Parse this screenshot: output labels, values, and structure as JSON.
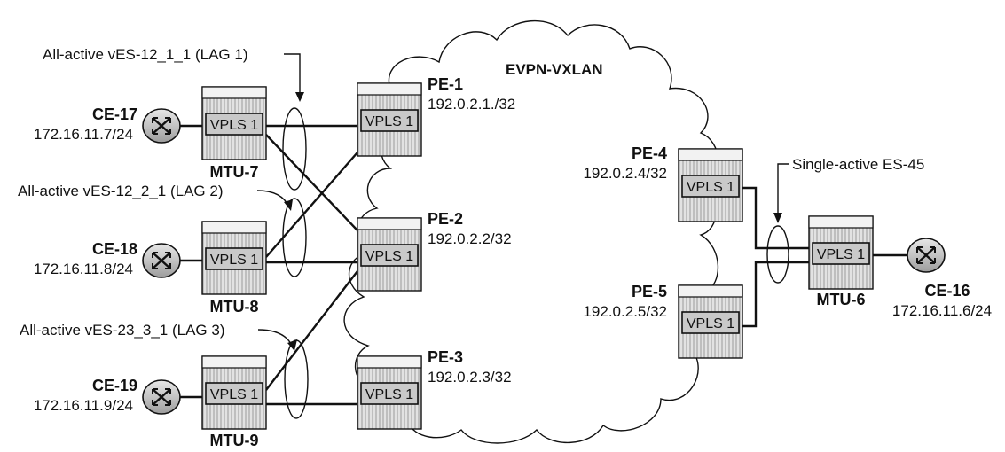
{
  "cloud": {
    "label": "EVPN-VXLAN"
  },
  "lags": {
    "lag1": "All-active vES-12_1_1 (LAG 1)",
    "lag2": "All-active vES-12_2_1 (LAG 2)",
    "lag3": "All-active vES-23_3_1 (LAG 3)",
    "es45": "Single-active ES-45"
  },
  "ces": {
    "ce17": {
      "name": "CE-17",
      "ip": "172.16.11.7/24"
    },
    "ce18": {
      "name": "CE-18",
      "ip": "172.16.11.8/24"
    },
    "ce19": {
      "name": "CE-19",
      "ip": "172.16.11.9/24"
    },
    "ce16": {
      "name": "CE-16",
      "ip": "172.16.11.6/24"
    }
  },
  "mtus": {
    "mtu7": {
      "name": "MTU-7",
      "service": "VPLS 1"
    },
    "mtu8": {
      "name": "MTU-8",
      "service": "VPLS 1"
    },
    "mtu9": {
      "name": "MTU-9",
      "service": "VPLS 1"
    },
    "mtu6": {
      "name": "MTU-6",
      "service": "VPLS 1"
    }
  },
  "pes": {
    "pe1": {
      "name": "PE-1",
      "ip": "192.0.2.1./32",
      "service": "VPLS 1"
    },
    "pe2": {
      "name": "PE-2",
      "ip": "192.0.2.2/32",
      "service": "VPLS 1"
    },
    "pe3": {
      "name": "PE-3",
      "ip": "192.0.2.3/32",
      "service": "VPLS 1"
    },
    "pe4": {
      "name": "PE-4",
      "ip": "192.0.2.4/32",
      "service": "VPLS 1"
    },
    "pe5": {
      "name": "PE-5",
      "ip": "192.0.2.5/32",
      "service": "VPLS 1"
    }
  }
}
